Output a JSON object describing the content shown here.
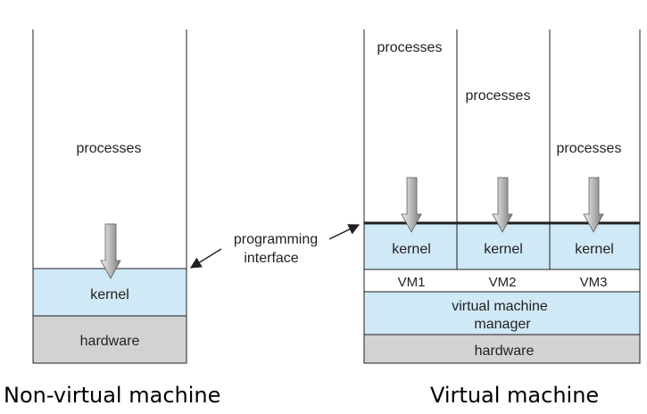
{
  "colors": {
    "kernel_fill": "#cfe9f6",
    "hardware_fill": "#d1d2d4",
    "line": "#231f20",
    "arrow_light": "#f4f4f4",
    "arrow_dark": "#7a7a7a"
  },
  "left": {
    "processes": "processes",
    "kernel": "kernel",
    "hardware": "hardware",
    "caption": "Non-virtual machine"
  },
  "callout": {
    "line1": "programming",
    "line2": "interface"
  },
  "right": {
    "vms": [
      {
        "processes": "processes",
        "kernel": "kernel",
        "vm": "VM1"
      },
      {
        "processes": "processes",
        "kernel": "kernel",
        "vm": "VM2"
      },
      {
        "processes": "processes",
        "kernel": "kernel",
        "vm": "VM3"
      }
    ],
    "manager_line1": "virtual machine",
    "manager_line2": "manager",
    "hardware": "hardware",
    "caption": "Virtual machine"
  }
}
